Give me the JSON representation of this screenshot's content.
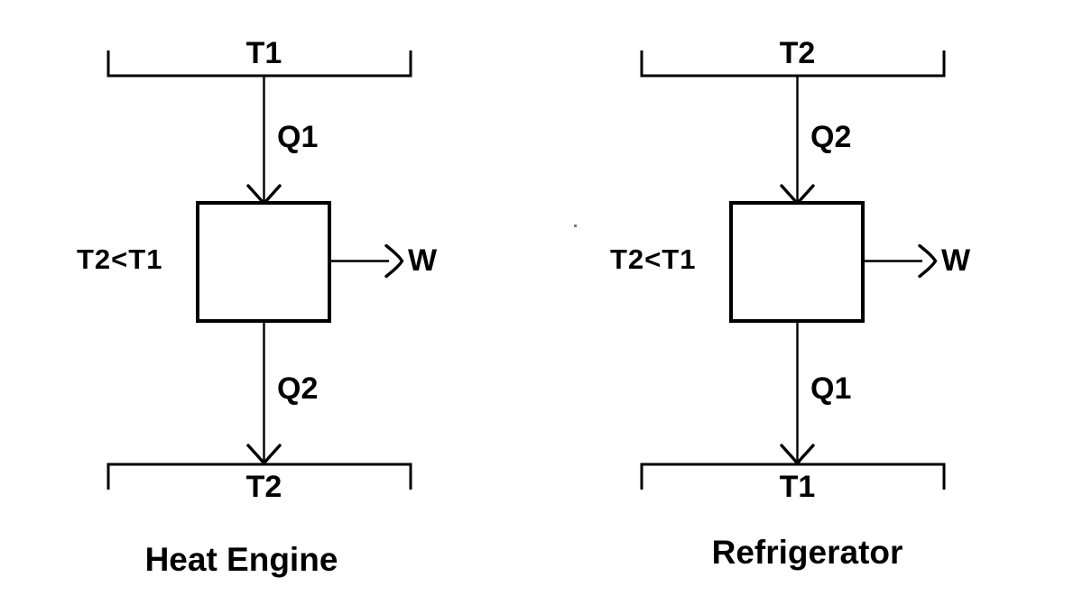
{
  "figure": {
    "background_color": "#ffffff",
    "line_color": "#000000",
    "text_color": "#000000"
  },
  "diagrams": [
    {
      "title": "Heat Engine",
      "top_reservoir": "T1",
      "top_heat": "Q1",
      "side_label": "T2<T1",
      "work_label": "W",
      "bottom_heat": "Q2",
      "bottom_reservoir": "T2"
    },
    {
      "title": "Refrigerator",
      "top_reservoir": "T2",
      "top_heat": "Q2",
      "side_label": "T2<T1",
      "work_label": "W",
      "bottom_heat": "Q1",
      "bottom_reservoir": "T1"
    }
  ]
}
